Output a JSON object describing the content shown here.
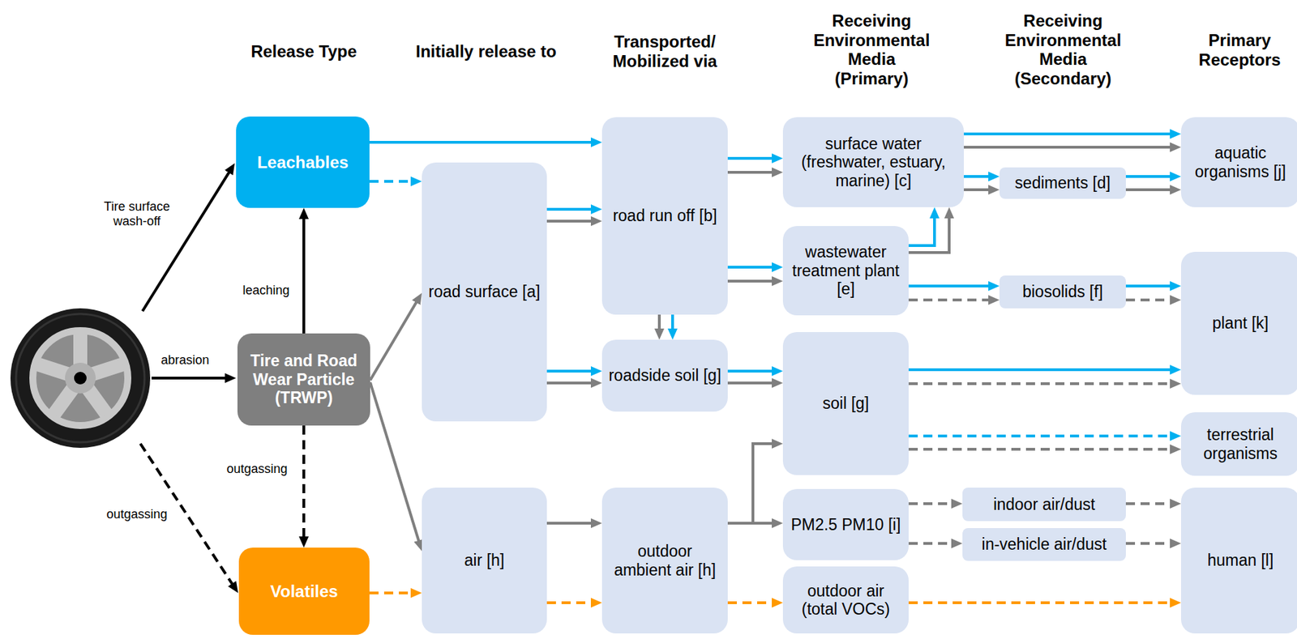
{
  "diagram": {
    "nodes": [
      {
        "text": [
          "Leachables"
        ]
      },
      {
        "text": [
          "Tire and Road Wear Particle (TRWP)"
        ]
      },
      {
        "text": [
          "Volatiles"
        ]
      },
      {
        "text": [
          "road surface [a]"
        ]
      },
      {
        "text": [
          "air [h]"
        ]
      },
      {
        "text": [
          "road run off [b]"
        ]
      },
      {
        "text": [
          "roadside soil [g]"
        ]
      },
      {
        "text": [
          "outdoor ambient air [h]"
        ]
      },
      {
        "text": [
          "surface water (freshwater, estuary, marine) [c]"
        ]
      },
      {
        "text": [
          "wastewater treatment plant [e]"
        ]
      },
      {
        "text": [
          "soil [g]"
        ]
      },
      {
        "text": [
          "PM2.5 PM10 [i]"
        ]
      },
      {
        "text": [
          "outdoor air (total VOCs)"
        ]
      },
      {
        "text": [
          "sediments [d]"
        ]
      },
      {
        "text": [
          "biosolids [f]"
        ]
      },
      {
        "text": [
          "indoor air/dust"
        ]
      },
      {
        "text": [
          "in-vehicle air/dust"
        ]
      },
      {
        "text": [
          "aquatic organisms [j]"
        ]
      },
      {
        "text": [
          "plant [k]"
        ]
      },
      {
        "text": [
          "terrestrial organisms"
        ]
      },
      {
        "text": [
          "human [l]"
        ]
      }
    ],
    "edges": [
      {
        "from": 1,
        "to": 0,
        "arrow": "to",
        "label": "leaching"
      },
      {
        "from": 1,
        "to": 2,
        "arrow": "to",
        "label": "outgassing"
      },
      {
        "from": 0,
        "to": 5,
        "arrow": "to"
      },
      {
        "from": 0,
        "to": 3,
        "arrow": "to"
      },
      {
        "from": 1,
        "to": 3,
        "arrow": "to"
      },
      {
        "from": 1,
        "to": 4,
        "arrow": "to"
      },
      {
        "from": 2,
        "to": 4,
        "arrow": "to"
      },
      {
        "from": 3,
        "to": 5,
        "arrow": "to"
      },
      {
        "from": 3,
        "to": 5,
        "arrow": "to"
      },
      {
        "from": 3,
        "to": 6,
        "arrow": "to"
      },
      {
        "from": 3,
        "to": 6,
        "arrow": "to"
      },
      {
        "from": 4,
        "to": 7,
        "arrow": "to"
      },
      {
        "from": 4,
        "to": 7,
        "arrow": "to"
      },
      {
        "from": 5,
        "to": 6,
        "arrow": "to"
      },
      {
        "from": 5,
        "to": 6,
        "arrow": "to"
      },
      {
        "from": 5,
        "to": 8,
        "arrow": "to"
      },
      {
        "from": 5,
        "to": 8,
        "arrow": "to"
      },
      {
        "from": 5,
        "to": 9,
        "arrow": "to"
      },
      {
        "from": 5,
        "to": 9,
        "arrow": "to"
      },
      {
        "from": 6,
        "to": 10,
        "arrow": "to"
      },
      {
        "from": 6,
        "to": 10,
        "arrow": "to"
      },
      {
        "from": 7,
        "to": 10,
        "arrow": "to"
      },
      {
        "from": 7,
        "to": 11,
        "arrow": "to"
      },
      {
        "from": 7,
        "to": 12,
        "arrow": "to"
      },
      {
        "from": 8,
        "to": 17,
        "arrow": "to"
      },
      {
        "from": 8,
        "to": 17,
        "arrow": "to"
      },
      {
        "from": 8,
        "to": 13,
        "arrow": "to"
      },
      {
        "from": 8,
        "to": 13,
        "arrow": "to"
      },
      {
        "from": 9,
        "to": 8,
        "arrow": "to"
      },
      {
        "from": 9,
        "to": 8,
        "arrow": "to"
      },
      {
        "from": 9,
        "to": 14,
        "arrow": "to"
      },
      {
        "from": 9,
        "to": 14,
        "arrow": "to"
      },
      {
        "from": 13,
        "to": 17,
        "arrow": "to"
      },
      {
        "from": 13,
        "to": 17,
        "arrow": "to"
      },
      {
        "from": 14,
        "to": 18,
        "arrow": "to"
      },
      {
        "from": 14,
        "to": 18,
        "arrow": "to"
      },
      {
        "from": 10,
        "to": 18,
        "arrow": "to"
      },
      {
        "from": 10,
        "to": 18,
        "arrow": "to"
      },
      {
        "from": 10,
        "to": 19,
        "arrow": "to"
      },
      {
        "from": 10,
        "to": 19,
        "arrow": "to"
      },
      {
        "from": 11,
        "to": 15,
        "arrow": "to"
      },
      {
        "from": 11,
        "to": 16,
        "arrow": "to"
      },
      {
        "from": 15,
        "to": 20,
        "arrow": "to"
      },
      {
        "from": 16,
        "to": 20,
        "arrow": "to"
      },
      {
        "from": 12,
        "to": 20,
        "arrow": "to"
      }
    ],
    "labels": [
      "Release Type",
      "Initially release to",
      "Transported/ Mobilized via",
      "Receiving Environmental Media (Primary)",
      "Receiving Environmental Media (Secondary)",
      "Primary Receptors",
      "Tire surface wash-off",
      "abrasion",
      "outgassing"
    ]
  }
}
